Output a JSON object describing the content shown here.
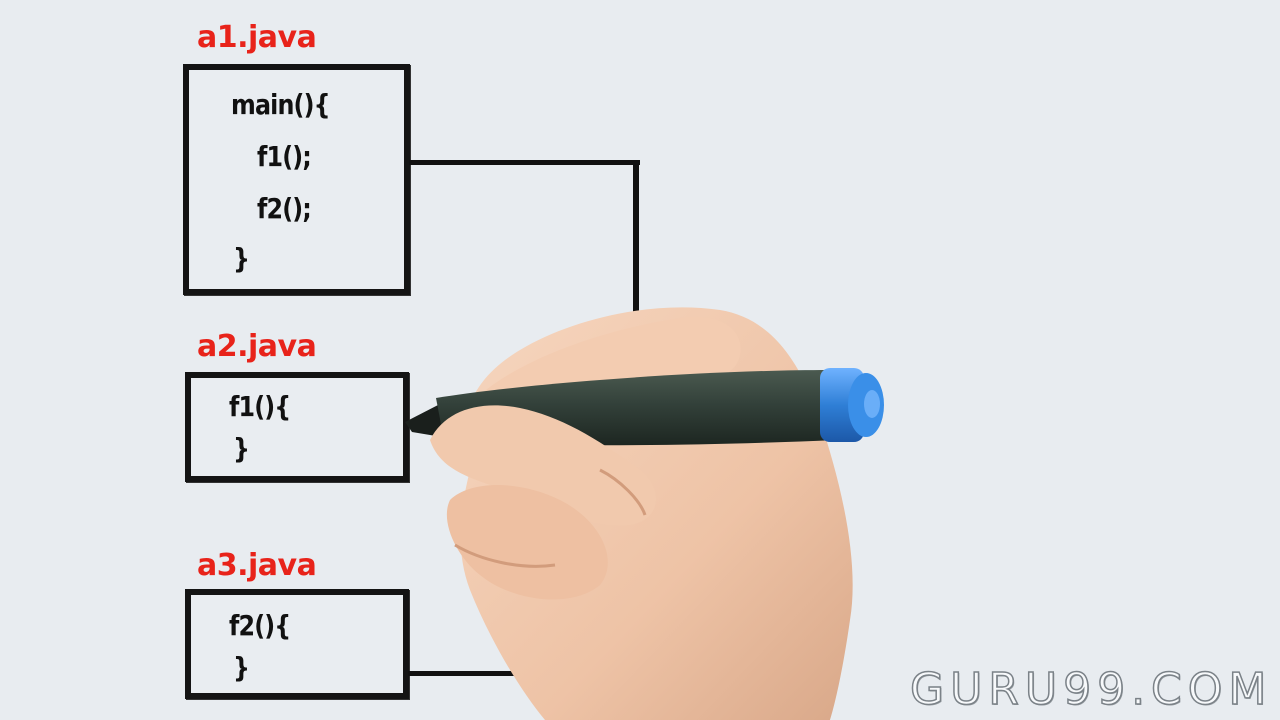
{
  "files": [
    {
      "name": "a1.java",
      "lines": [
        "main(){",
        "f1();",
        "f2();",
        "}"
      ]
    },
    {
      "name": "a2.java",
      "lines": [
        "f1(){",
        "}"
      ]
    },
    {
      "name": "a3.java",
      "lines": [
        "f2(){",
        "}"
      ]
    }
  ],
  "watermark": "GURU99.COM",
  "colors": {
    "file_label": "#e8231a",
    "ink": "#111111",
    "background": "#e8ecf0",
    "marker_cap": "#2f7fd6"
  },
  "illustration": {
    "hand": "hand-holding-marker",
    "marker": "marker-pen"
  }
}
